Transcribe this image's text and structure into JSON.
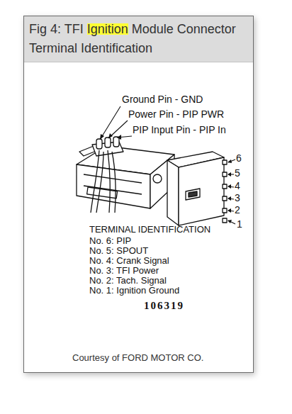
{
  "diagram": {
    "title": "Fig 4: TFI Ignition Module Connector Terminal Identification",
    "caption": "Courtesy of FORD MOTOR CO.",
    "labels": [
      "Ground Pin - GND",
      "Power Pin - PIP PWR",
      "PIP Input Pin - PIP In",
      "6",
      "5",
      "4",
      "3",
      "2",
      "1",
      "TERMINAL IDENTIFICATION",
      "No. 6: PIP",
      "No. 5: SPOUT",
      "No. 4: Crank Signal",
      "No. 3: TFI Power",
      "No. 2: Tach. Signal",
      "No. 1: Ignition Ground",
      "106319"
    ]
  }
}
